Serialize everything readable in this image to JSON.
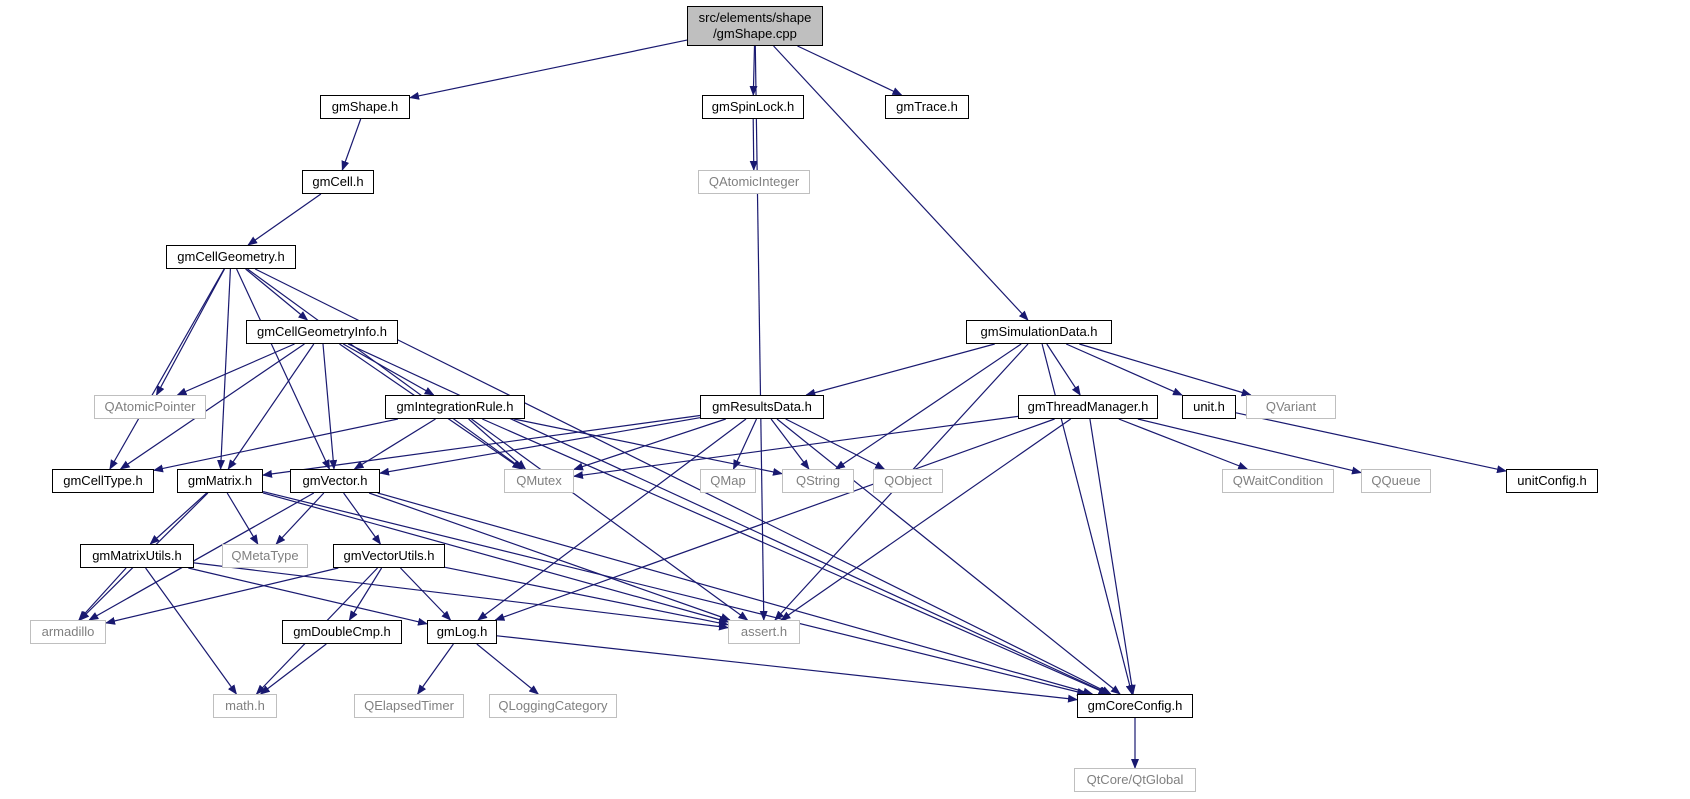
{
  "diagram": {
    "nodes": {
      "gmShape_cpp": {
        "label": "src/elements/shape\n/gmShape.cpp",
        "kind": "root"
      },
      "gmShape_h": {
        "label": "gmShape.h",
        "kind": "project"
      },
      "gmSpinLock_h": {
        "label": "gmSpinLock.h",
        "kind": "project"
      },
      "gmTrace_h": {
        "label": "gmTrace.h",
        "kind": "project"
      },
      "gmCell_h": {
        "label": "gmCell.h",
        "kind": "project"
      },
      "QAtomicInteger": {
        "label": "QAtomicInteger",
        "kind": "external"
      },
      "gmCellGeometry_h": {
        "label": "gmCellGeometry.h",
        "kind": "project"
      },
      "gmCellGeometryInfo_h": {
        "label": "gmCellGeometryInfo.h",
        "kind": "project"
      },
      "gmSimulationData_h": {
        "label": "gmSimulationData.h",
        "kind": "project"
      },
      "QAtomicPointer": {
        "label": "QAtomicPointer",
        "kind": "external"
      },
      "gmIntegrationRule_h": {
        "label": "gmIntegrationRule.h",
        "kind": "project"
      },
      "gmResultsData_h": {
        "label": "gmResultsData.h",
        "kind": "project"
      },
      "gmThreadManager_h": {
        "label": "gmThreadManager.h",
        "kind": "project"
      },
      "unit_h": {
        "label": "unit.h",
        "kind": "project"
      },
      "QVariant": {
        "label": "QVariant",
        "kind": "external"
      },
      "gmCellType_h": {
        "label": "gmCellType.h",
        "kind": "project"
      },
      "gmMatrix_h": {
        "label": "gmMatrix.h",
        "kind": "project"
      },
      "gmVector_h": {
        "label": "gmVector.h",
        "kind": "project"
      },
      "QMutex": {
        "label": "QMutex",
        "kind": "external"
      },
      "QMap": {
        "label": "QMap",
        "kind": "external"
      },
      "QString": {
        "label": "QString",
        "kind": "external"
      },
      "QObject": {
        "label": "QObject",
        "kind": "external"
      },
      "QWaitCondition": {
        "label": "QWaitCondition",
        "kind": "external"
      },
      "QQueue": {
        "label": "QQueue",
        "kind": "external"
      },
      "unitConfig_h": {
        "label": "unitConfig.h",
        "kind": "project"
      },
      "gmMatrixUtils_h": {
        "label": "gmMatrixUtils.h",
        "kind": "project"
      },
      "QMetaType": {
        "label": "QMetaType",
        "kind": "external"
      },
      "gmVectorUtils_h": {
        "label": "gmVectorUtils.h",
        "kind": "project"
      },
      "armadillo": {
        "label": "armadillo",
        "kind": "external"
      },
      "gmDoubleCmp_h": {
        "label": "gmDoubleCmp.h",
        "kind": "project"
      },
      "gmLog_h": {
        "label": "gmLog.h",
        "kind": "project"
      },
      "assert_h": {
        "label": "assert.h",
        "kind": "external"
      },
      "math_h": {
        "label": "math.h",
        "kind": "external"
      },
      "QElapsedTimer": {
        "label": "QElapsedTimer",
        "kind": "external"
      },
      "QLoggingCategory": {
        "label": "QLoggingCategory",
        "kind": "external"
      },
      "gmCoreConfig_h": {
        "label": "gmCoreConfig.h",
        "kind": "project"
      },
      "QtCore_QtGlobal": {
        "label": "QtCore/QtGlobal",
        "kind": "external"
      }
    },
    "edges": [
      [
        "gmShape_cpp",
        "gmShape_h"
      ],
      [
        "gmShape_cpp",
        "gmSpinLock_h"
      ],
      [
        "gmShape_cpp",
        "gmTrace_h"
      ],
      [
        "gmShape_cpp",
        "gmSimulationData_h"
      ],
      [
        "gmShape_cpp",
        "assert_h"
      ],
      [
        "gmShape_h",
        "gmCell_h"
      ],
      [
        "gmSpinLock_h",
        "QAtomicInteger"
      ],
      [
        "gmCell_h",
        "gmCellGeometry_h"
      ],
      [
        "gmCellGeometry_h",
        "gmCellGeometryInfo_h"
      ],
      [
        "gmCellGeometry_h",
        "QAtomicPointer"
      ],
      [
        "gmCellGeometry_h",
        "gmCellType_h"
      ],
      [
        "gmCellGeometry_h",
        "gmMatrix_h"
      ],
      [
        "gmCellGeometry_h",
        "gmVector_h"
      ],
      [
        "gmCellGeometry_h",
        "QMutex"
      ],
      [
        "gmCellGeometry_h",
        "gmCoreConfig_h"
      ],
      [
        "gmCellGeometryInfo_h",
        "QAtomicPointer"
      ],
      [
        "gmCellGeometryInfo_h",
        "gmIntegrationRule_h"
      ],
      [
        "gmCellGeometryInfo_h",
        "gmCellType_h"
      ],
      [
        "gmCellGeometryInfo_h",
        "gmMatrix_h"
      ],
      [
        "gmCellGeometryInfo_h",
        "gmVector_h"
      ],
      [
        "gmCellGeometryInfo_h",
        "QMutex"
      ],
      [
        "gmCellGeometryInfo_h",
        "gmCoreConfig_h"
      ],
      [
        "gmIntegrationRule_h",
        "gmCellType_h"
      ],
      [
        "gmIntegrationRule_h",
        "gmVector_h"
      ],
      [
        "gmIntegrationRule_h",
        "QMutex"
      ],
      [
        "gmIntegrationRule_h",
        "QString"
      ],
      [
        "gmIntegrationRule_h",
        "assert_h"
      ],
      [
        "gmIntegrationRule_h",
        "gmCoreConfig_h"
      ],
      [
        "gmSimulationData_h",
        "gmResultsData_h"
      ],
      [
        "gmSimulationData_h",
        "gmThreadManager_h"
      ],
      [
        "gmSimulationData_h",
        "unit_h"
      ],
      [
        "gmSimulationData_h",
        "QVariant"
      ],
      [
        "gmSimulationData_h",
        "QString"
      ],
      [
        "gmSimulationData_h",
        "assert_h"
      ],
      [
        "gmSimulationData_h",
        "gmCoreConfig_h"
      ],
      [
        "gmResultsData_h",
        "gmMatrix_h"
      ],
      [
        "gmResultsData_h",
        "gmVector_h"
      ],
      [
        "gmResultsData_h",
        "QMutex"
      ],
      [
        "gmResultsData_h",
        "QMap"
      ],
      [
        "gmResultsData_h",
        "QString"
      ],
      [
        "gmResultsData_h",
        "QObject"
      ],
      [
        "gmResultsData_h",
        "gmLog_h"
      ],
      [
        "gmResultsData_h",
        "gmCoreConfig_h"
      ],
      [
        "gmThreadManager_h",
        "QMutex"
      ],
      [
        "gmThreadManager_h",
        "QWaitCondition"
      ],
      [
        "gmThreadManager_h",
        "QQueue"
      ],
      [
        "gmThreadManager_h",
        "gmLog_h"
      ],
      [
        "gmThreadManager_h",
        "assert_h"
      ],
      [
        "gmThreadManager_h",
        "gmCoreConfig_h"
      ],
      [
        "unit_h",
        "unitConfig_h"
      ],
      [
        "gmMatrix_h",
        "gmMatrixUtils_h"
      ],
      [
        "gmMatrix_h",
        "QMetaType"
      ],
      [
        "gmMatrix_h",
        "armadillo"
      ],
      [
        "gmMatrix_h",
        "assert_h"
      ],
      [
        "gmMatrix_h",
        "gmCoreConfig_h"
      ],
      [
        "gmVector_h",
        "gmVectorUtils_h"
      ],
      [
        "gmVector_h",
        "QMetaType"
      ],
      [
        "gmVector_h",
        "armadillo"
      ],
      [
        "gmVector_h",
        "assert_h"
      ],
      [
        "gmVector_h",
        "gmCoreConfig_h"
      ],
      [
        "gmMatrixUtils_h",
        "armadillo"
      ],
      [
        "gmMatrixUtils_h",
        "math_h"
      ],
      [
        "gmMatrixUtils_h",
        "gmLog_h"
      ],
      [
        "gmMatrixUtils_h",
        "assert_h"
      ],
      [
        "gmVectorUtils_h",
        "armadillo"
      ],
      [
        "gmVectorUtils_h",
        "gmDoubleCmp_h"
      ],
      [
        "gmVectorUtils_h",
        "math_h"
      ],
      [
        "gmVectorUtils_h",
        "gmLog_h"
      ],
      [
        "gmVectorUtils_h",
        "assert_h"
      ],
      [
        "gmDoubleCmp_h",
        "math_h"
      ],
      [
        "gmLog_h",
        "QElapsedTimer"
      ],
      [
        "gmLog_h",
        "QLoggingCategory"
      ],
      [
        "gmLog_h",
        "gmCoreConfig_h"
      ],
      [
        "gmCoreConfig_h",
        "QtCore_QtGlobal"
      ]
    ],
    "colors": {
      "edge": "#191970",
      "project_border": "#000000",
      "external_border": "#bfbfbf",
      "external_text": "#808080",
      "root_fill": "#bfbfbf"
    }
  }
}
